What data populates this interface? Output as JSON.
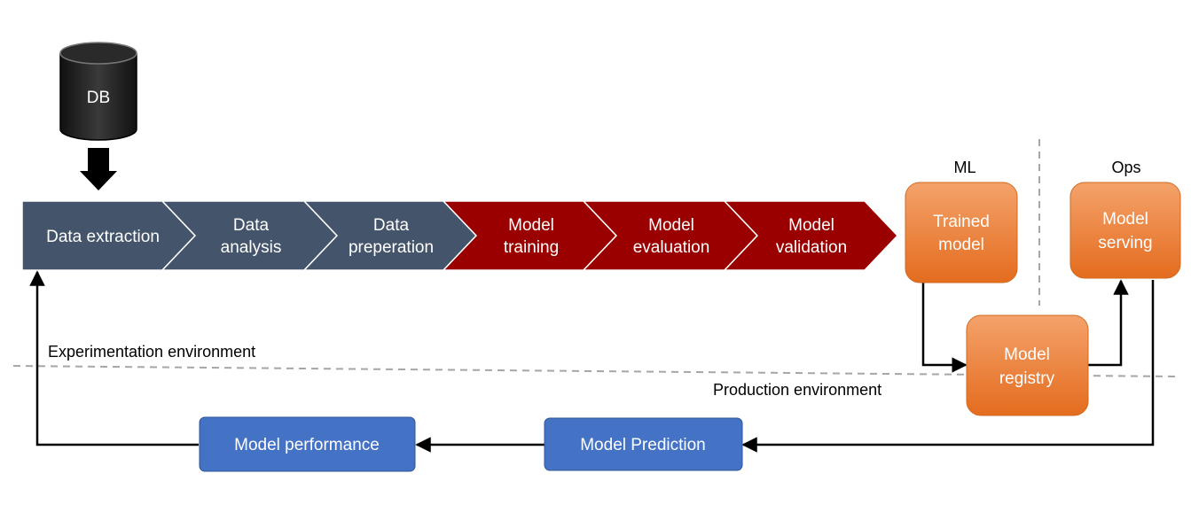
{
  "database": {
    "label": "DB"
  },
  "pipeline": {
    "steps": [
      {
        "lines": [
          "Data extraction"
        ],
        "color": "#44546A"
      },
      {
        "lines": [
          "Data",
          "analysis"
        ],
        "color": "#44546A"
      },
      {
        "lines": [
          "Data",
          "preperation"
        ],
        "color": "#44546A"
      },
      {
        "lines": [
          "Model",
          "training"
        ],
        "color": "#9B0000"
      },
      {
        "lines": [
          "Model",
          "evaluation"
        ],
        "color": "#9B0000"
      },
      {
        "lines": [
          "Model",
          "validation"
        ],
        "color": "#9B0000"
      }
    ]
  },
  "section_labels": {
    "ml": "ML",
    "ops": "Ops"
  },
  "boxes": {
    "trained_model": {
      "lines": [
        "Trained",
        "model"
      ],
      "color": "#ED7D31"
    },
    "model_serving": {
      "lines": [
        "Model",
        "serving"
      ],
      "color": "#ED7D31"
    },
    "model_registry": {
      "lines": [
        "Model",
        "registry"
      ],
      "color": "#ED7D31"
    },
    "model_prediction": {
      "lines": [
        "Model Prediction"
      ],
      "color": "#4472C4"
    },
    "model_performance": {
      "lines": [
        "Model performance"
      ],
      "color": "#4472C4"
    }
  },
  "environments": {
    "experimentation": "Experimentation environment",
    "production": "Production environment"
  }
}
